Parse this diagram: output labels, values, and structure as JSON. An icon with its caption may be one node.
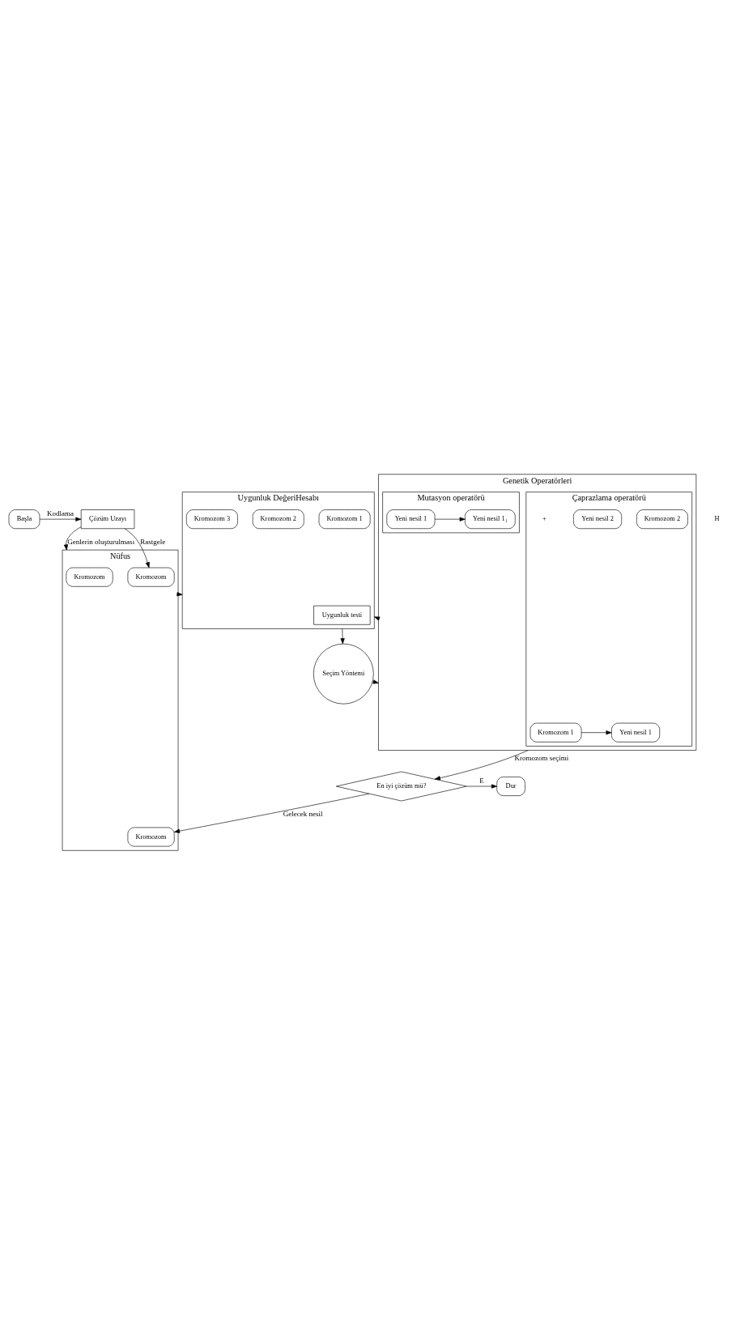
{
  "diagram": {
    "nodes": [
      {
        "text": [
          "Başla"
        ]
      },
      {
        "text": [
          "Çözüm Uzayı"
        ]
      },
      {
        "text": [
          "Nüfus"
        ]
      },
      {
        "text": [
          "Kromozom"
        ],
        "in": 2
      },
      {
        "text": [
          "Kromozom"
        ],
        "in": 2
      },
      {
        "text": [
          "Kromozom"
        ],
        "in": 2
      },
      {
        "text": [
          "Uygunluk DeğeriHesabı"
        ]
      },
      {
        "text": [
          "Uygunluk testi"
        ],
        "in": 6
      },
      {
        "text": [
          "Kromozom 1"
        ],
        "in": 6
      },
      {
        "text": [
          "Kromozom 2"
        ],
        "in": 6
      },
      {
        "text": [
          "Kromozom 3"
        ],
        "in": 6
      },
      {
        "text": [
          "Seçim Yöntemi"
        ]
      },
      {
        "text": [
          "Genetik Operatörleri"
        ]
      },
      {
        "text": [
          "Çaprazlama operatörü"
        ],
        "in": 12
      },
      {
        "text": [
          "Kromozom 1"
        ],
        "in": 13
      },
      {
        "text": [
          "Yeni nesil 1"
        ],
        "in": 13
      },
      {
        "text": [
          "Kromozom 2"
        ],
        "in": 13
      },
      {
        "text": [
          "Yeni nesil 2"
        ],
        "in": 13
      },
      {
        "text": [
          "Mutasyon operatörü"
        ],
        "in": 12
      },
      {
        "text": [
          "Yeni nesil 1"
        ],
        "in": 18
      },
      {
        "text": [
          "Yeni nesil 1₁"
        ],
        "in": 18
      },
      {
        "text": [
          "En iyi çözüm mü?"
        ]
      },
      {
        "text": [
          "Dur"
        ]
      }
    ],
    "edges": [
      {
        "from": 0,
        "to": 1,
        "arrow": "to",
        "label": "Kodlama"
      },
      {
        "from": 1,
        "to": 4,
        "arrow": "to",
        "label": "Rastgele"
      },
      {
        "from": 1,
        "to": 2,
        "arrow": "to",
        "label": "Genlerin oluşturulması"
      },
      {
        "from": 21,
        "to": 5,
        "arrow": "to",
        "label": "Gelecek nesil"
      },
      {
        "from": 2,
        "to": 6,
        "arrow": "to"
      },
      {
        "from": 6,
        "to": 11,
        "arrow": "to"
      },
      {
        "from": 11,
        "to": 12,
        "arrow": "to"
      },
      {
        "from": 12,
        "to": 6,
        "arrow": "to"
      },
      {
        "from": 12,
        "to": 21,
        "arrow": "to",
        "label": "Kromozom seçimi"
      },
      {
        "from": 21,
        "to": 22,
        "arrow": "to",
        "label": "E"
      },
      {
        "from": 14,
        "to": 15,
        "arrow": "to"
      },
      {
        "from": 19,
        "to": 20,
        "arrow": "to"
      }
    ],
    "labels": [
      "+",
      "H"
    ]
  }
}
